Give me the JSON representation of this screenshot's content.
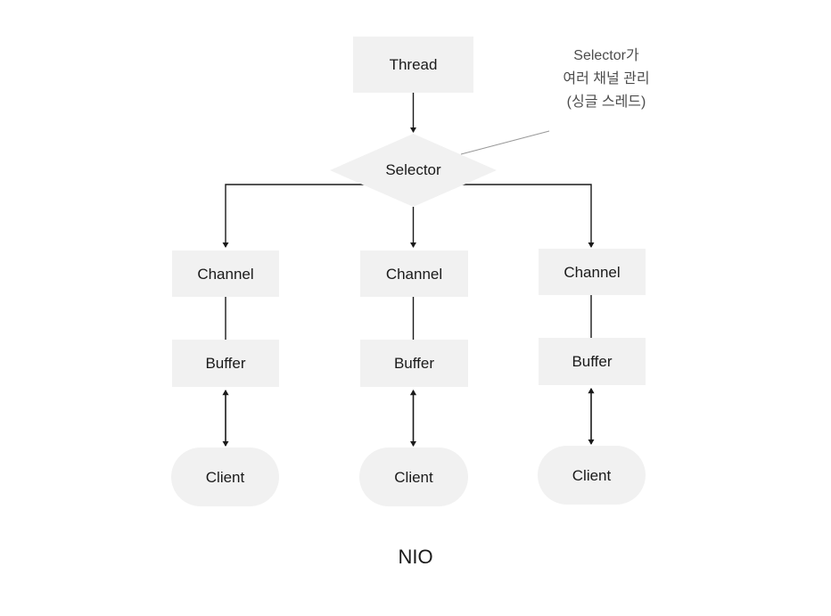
{
  "diagram": {
    "caption": "NIO",
    "annotation": {
      "lines": [
        "Selector가",
        "여러 채널 관리",
        "(싱글 스레드)"
      ]
    },
    "colors": {
      "node_fill": "#f1f1f1",
      "text": "#1a1a1a",
      "annotation_text": "#4d4d4d",
      "connector": "#1a1a1a",
      "leader_line": "#999999",
      "background": "#ffffff"
    },
    "nodes": {
      "thread": {
        "label": "Thread",
        "shape": "rect"
      },
      "selector": {
        "label": "Selector",
        "shape": "diamond"
      },
      "channels": [
        {
          "label": "Channel",
          "shape": "rect"
        },
        {
          "label": "Channel",
          "shape": "rect"
        },
        {
          "label": "Channel",
          "shape": "rect"
        }
      ],
      "buffers": [
        {
          "label": "Buffer",
          "shape": "rect"
        },
        {
          "label": "Buffer",
          "shape": "rect"
        },
        {
          "label": "Buffer",
          "shape": "rect"
        }
      ],
      "clients": [
        {
          "label": "Client",
          "shape": "pill"
        },
        {
          "label": "Client",
          "shape": "pill"
        },
        {
          "label": "Client",
          "shape": "pill"
        }
      ]
    },
    "connections": [
      {
        "from": "thread",
        "to": "selector",
        "arrow": "single"
      },
      {
        "from": "selector",
        "to": "channel-1",
        "arrow": "single"
      },
      {
        "from": "selector",
        "to": "channel-2",
        "arrow": "single"
      },
      {
        "from": "selector",
        "to": "channel-3",
        "arrow": "single"
      },
      {
        "from": "channel-1",
        "to": "buffer-1",
        "arrow": "none"
      },
      {
        "from": "channel-2",
        "to": "buffer-2",
        "arrow": "none"
      },
      {
        "from": "channel-3",
        "to": "buffer-3",
        "arrow": "none"
      },
      {
        "from": "buffer-1",
        "to": "client-1",
        "arrow": "double"
      },
      {
        "from": "buffer-2",
        "to": "client-2",
        "arrow": "double"
      },
      {
        "from": "buffer-3",
        "to": "client-3",
        "arrow": "double"
      }
    ]
  }
}
